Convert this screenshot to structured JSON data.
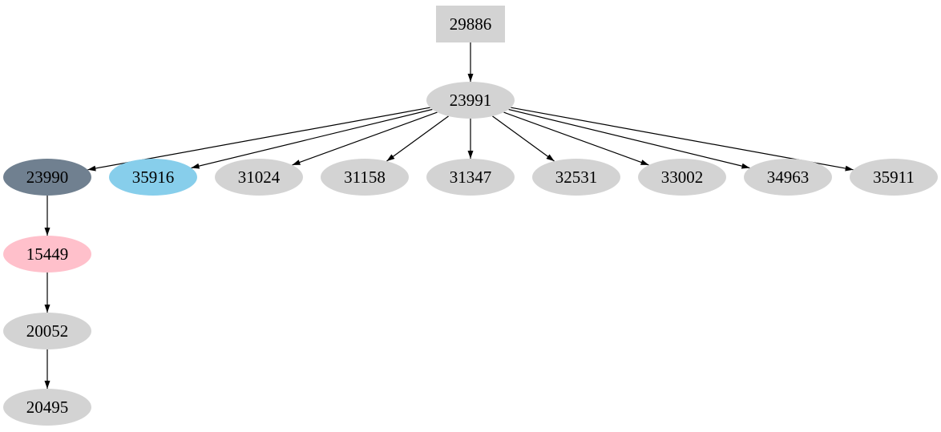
{
  "diagram": {
    "type": "directed-graph",
    "background_color": "#ffffff",
    "edge_color": "#000000",
    "text_color": "#000000",
    "default_node_fill": "#d3d3d3",
    "highlight_fills": {
      "slategray": "#708090",
      "skyblue": "#87ceeb",
      "pink": "#ffc0cb"
    },
    "nodes": {
      "n29886": {
        "label": "29886",
        "shape": "box",
        "fill": "#d3d3d3"
      },
      "n23991": {
        "label": "23991",
        "shape": "ellipse",
        "fill": "#d3d3d3"
      },
      "n23990": {
        "label": "23990",
        "shape": "ellipse",
        "fill": "#708090"
      },
      "n35916": {
        "label": "35916",
        "shape": "ellipse",
        "fill": "#87ceeb"
      },
      "n31024": {
        "label": "31024",
        "shape": "ellipse",
        "fill": "#d3d3d3"
      },
      "n31158": {
        "label": "31158",
        "shape": "ellipse",
        "fill": "#d3d3d3"
      },
      "n31347": {
        "label": "31347",
        "shape": "ellipse",
        "fill": "#d3d3d3"
      },
      "n32531": {
        "label": "32531",
        "shape": "ellipse",
        "fill": "#d3d3d3"
      },
      "n33002": {
        "label": "33002",
        "shape": "ellipse",
        "fill": "#d3d3d3"
      },
      "n34963": {
        "label": "34963",
        "shape": "ellipse",
        "fill": "#d3d3d3"
      },
      "n35911": {
        "label": "35911",
        "shape": "ellipse",
        "fill": "#d3d3d3"
      },
      "n15449": {
        "label": "15449",
        "shape": "ellipse",
        "fill": "#ffc0cb"
      },
      "n20052": {
        "label": "20052",
        "shape": "ellipse",
        "fill": "#d3d3d3"
      },
      "n20495": {
        "label": "20495",
        "shape": "ellipse",
        "fill": "#d3d3d3"
      }
    },
    "edges": [
      {
        "from": "29886",
        "to": "23991"
      },
      {
        "from": "23991",
        "to": "23990"
      },
      {
        "from": "23991",
        "to": "35916"
      },
      {
        "from": "23991",
        "to": "31024"
      },
      {
        "from": "23991",
        "to": "31158"
      },
      {
        "from": "23991",
        "to": "31347"
      },
      {
        "from": "23991",
        "to": "32531"
      },
      {
        "from": "23991",
        "to": "33002"
      },
      {
        "from": "23991",
        "to": "34963"
      },
      {
        "from": "23991",
        "to": "35911"
      },
      {
        "from": "23990",
        "to": "15449"
      },
      {
        "from": "15449",
        "to": "20052"
      },
      {
        "from": "20052",
        "to": "20495"
      }
    ]
  }
}
